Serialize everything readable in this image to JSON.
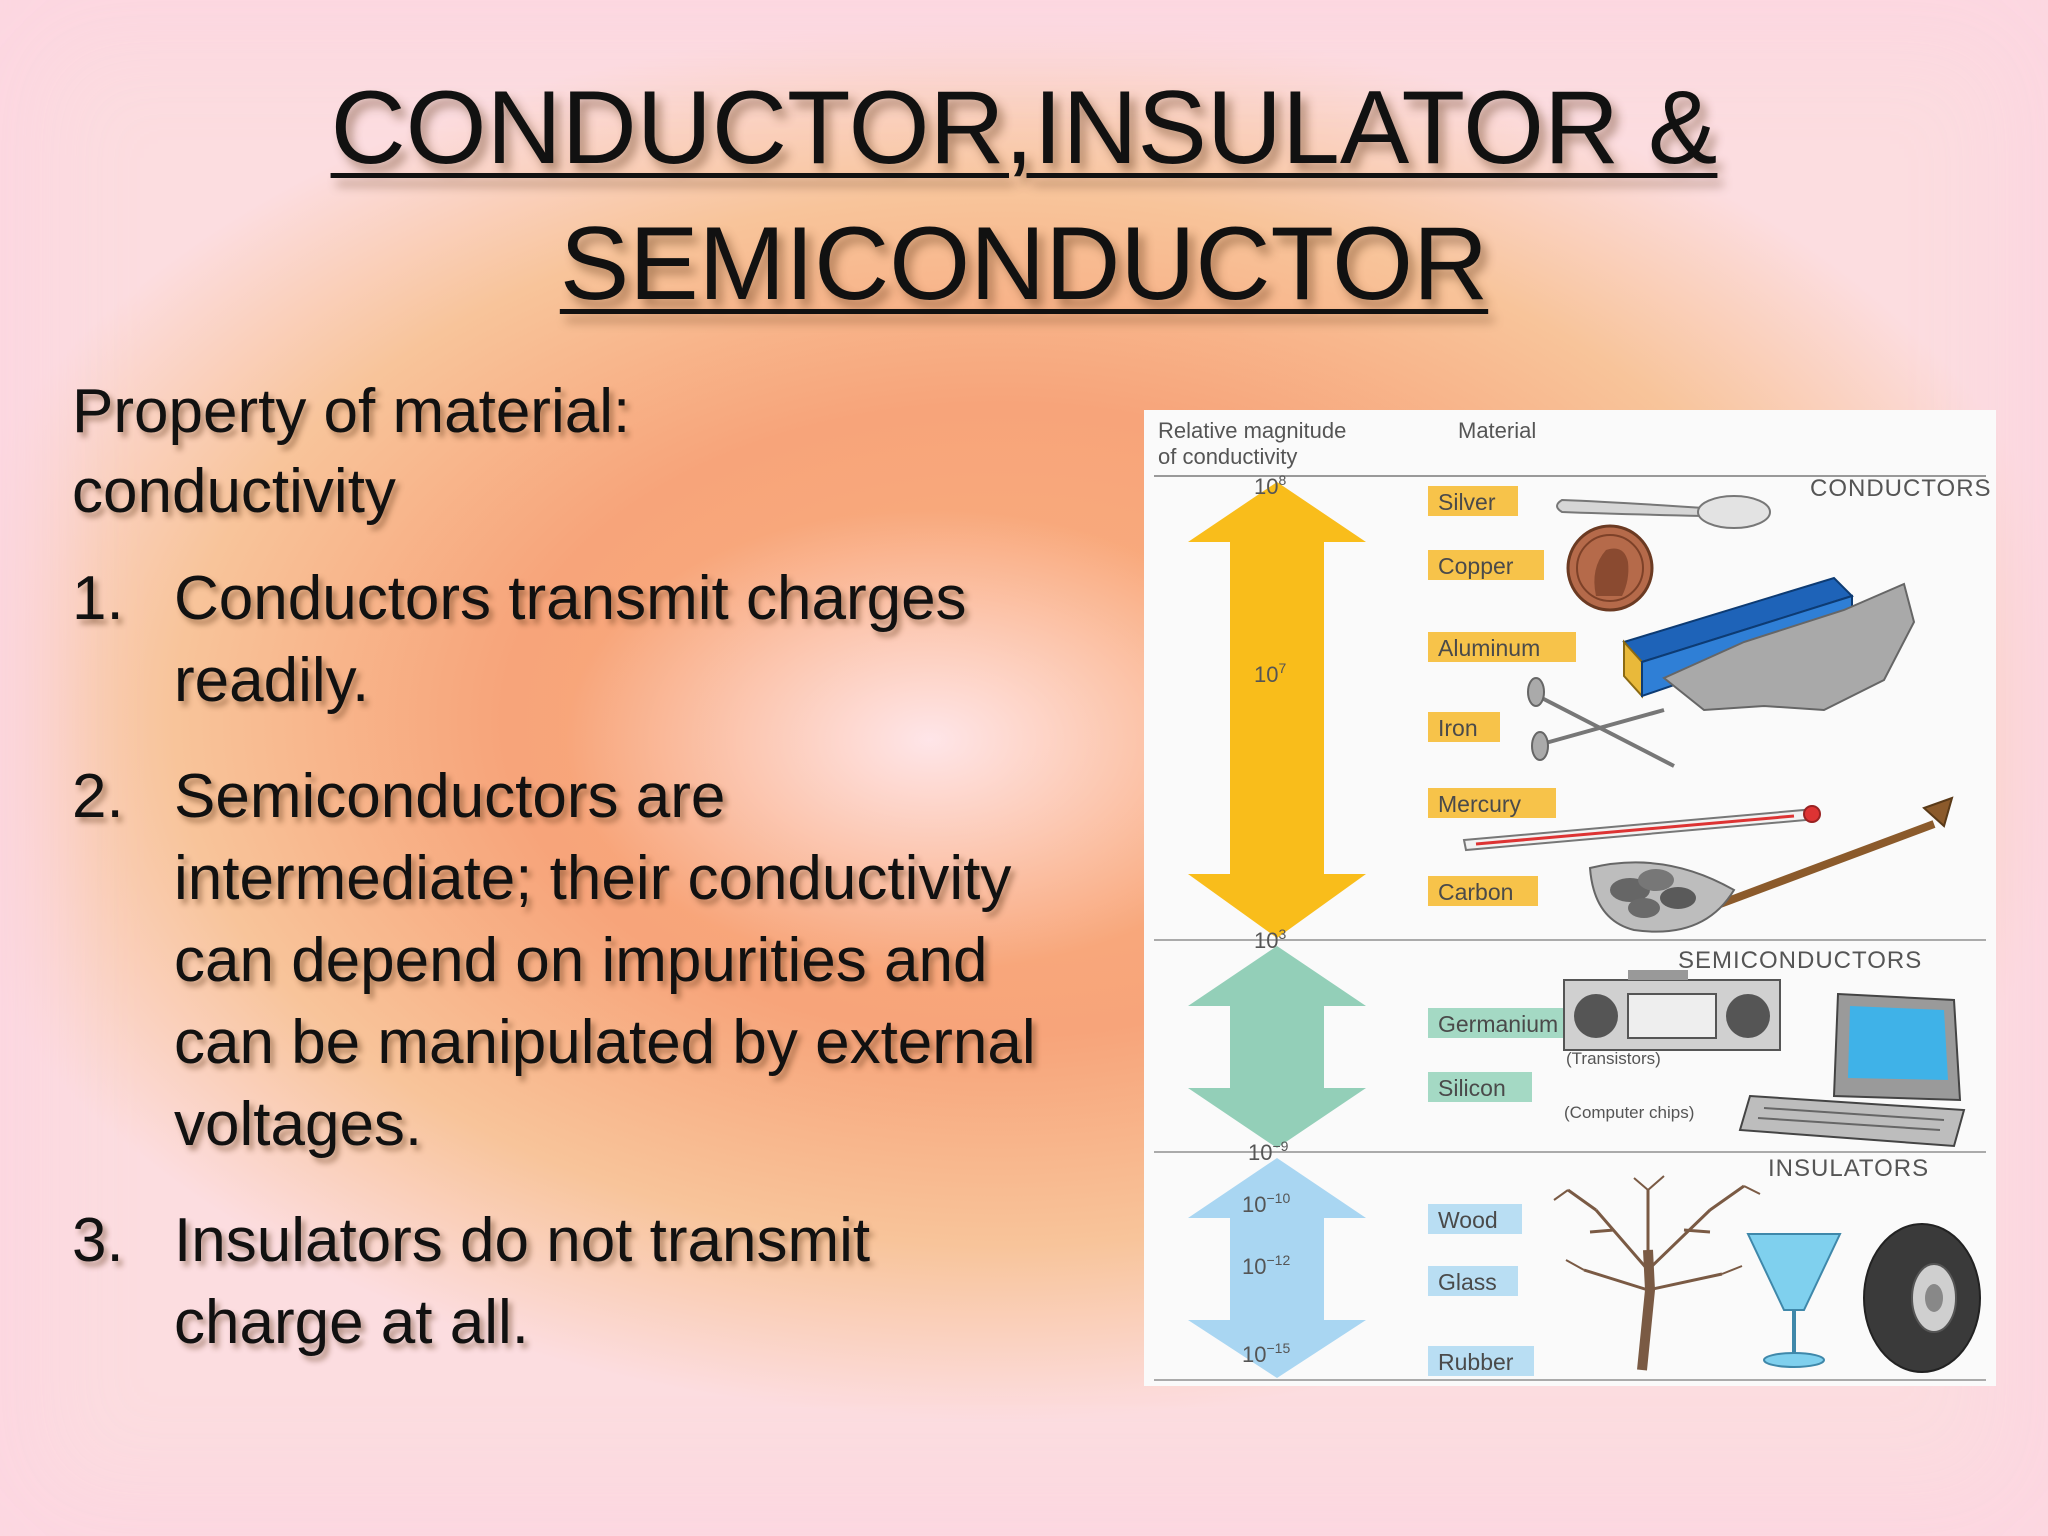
{
  "slide": {
    "title_line1": "CONDUCTOR,INSULATOR &",
    "title_line2": "SEMICONDUCTOR",
    "intro_line1": "Property of material:",
    "intro_line2": "conductivity",
    "points": [
      {
        "num": "1.",
        "text": "Conductors transmit charges readily."
      },
      {
        "num": "2.",
        "text": "Semiconductors are intermediate; their conductivity can depend on impurities and can be manipulated by external voltages."
      },
      {
        "num": "3.",
        "text": "Insulators do not transmit charge at all."
      }
    ]
  },
  "figure": {
    "header_col1_line1": "Relative magnitude",
    "header_col1_line2": "of conductivity",
    "header_col2": "Material",
    "groups": {
      "conductors": "CONDUCTORS",
      "semiconductors": "SEMICONDUCTORS",
      "insulators": "INSULATORS"
    },
    "scale": {
      "top": "10",
      "top_exp": "8",
      "mid": "10",
      "mid_exp": "7",
      "semi_top": "10",
      "semi_top_exp": "3",
      "semi_bottom": "10",
      "semi_bottom_exp": "−9",
      "ins1": "10",
      "ins1_exp": "−10",
      "ins2": "10",
      "ins2_exp": "−12",
      "ins3": "10",
      "ins3_exp": "−15"
    },
    "materials": {
      "silver": "Silver",
      "copper": "Copper",
      "aluminum": "Aluminum",
      "iron": "Iron",
      "mercury": "Mercury",
      "carbon": "Carbon",
      "germanium": "Germanium",
      "silicon": "Silicon",
      "wood": "Wood",
      "glass": "Glass",
      "rubber": "Rubber"
    },
    "notes": {
      "transistors": "(Transistors)",
      "computer_chips": "(Computer chips)"
    },
    "colors": {
      "conductor_arrow": "#f9bd1b",
      "semiconductor_arrow": "#93cfb8",
      "insulator_arrow": "#a9d6f2",
      "conductor_label": "#f7c34a",
      "semiconductor_label": "#a4d9c4",
      "insulator_label": "#b9def3"
    }
  }
}
